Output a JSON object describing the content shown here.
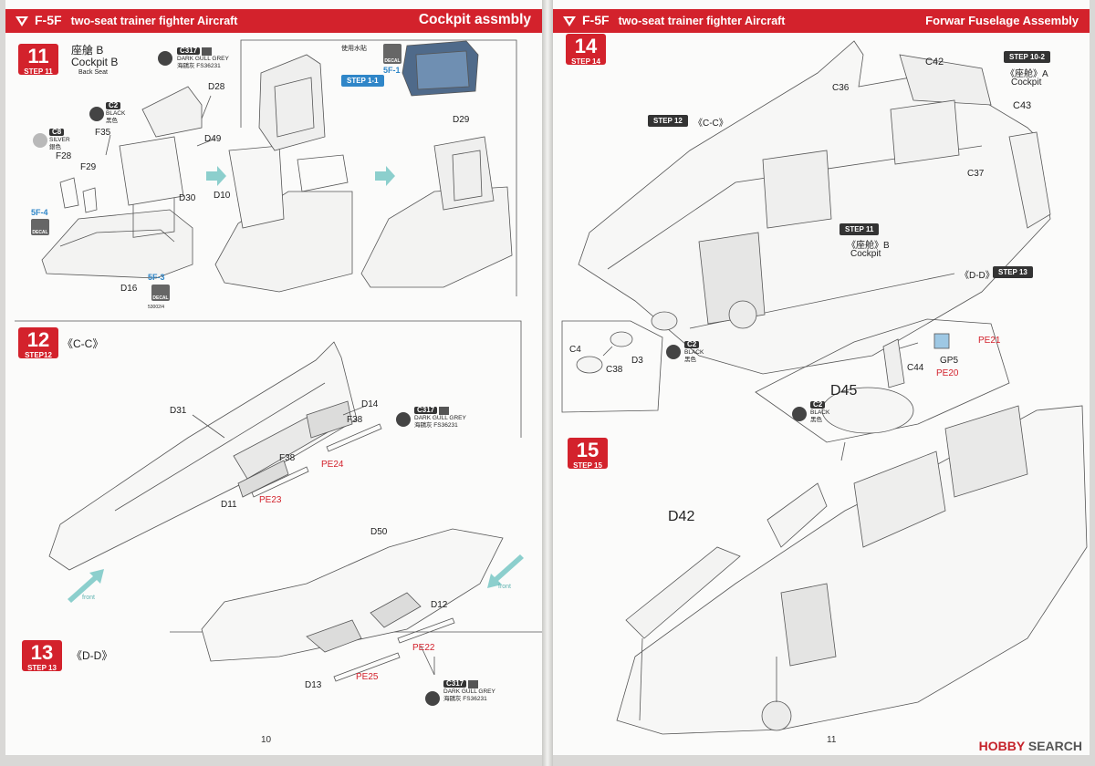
{
  "left_page": {
    "header": {
      "title": "F-5F",
      "subtitle": "two-seat trainer fighter Aircraft",
      "section": "Cockpit assmbly"
    },
    "step11": {
      "number": "11",
      "label": "STEP 11",
      "title_cn": "座艙 B",
      "title_en": "Cockpit B",
      "subtitle": "Back Seat",
      "paint_c317": {
        "code": "C317",
        "name": "DARK GULL GREY",
        "fs": "海鷗灰 FS36231"
      },
      "paint_c2": {
        "code": "C2",
        "name": "BLACK",
        "cn": "黑色"
      },
      "paint_c8": {
        "code": "C8",
        "name": "SILVER",
        "cn": "銀色"
      },
      "water_decal": "使用水貼",
      "parts": [
        "D28",
        "D49",
        "F35",
        "F28",
        "F29",
        "D30",
        "D10",
        "D16",
        "D29"
      ],
      "ref_step": "STEP 1-1",
      "decals": [
        "5F-1",
        "5F-4",
        "5F-3"
      ],
      "decal_tag": "DECAL",
      "small_code": "53002/4"
    },
    "step12": {
      "number": "12",
      "label": "STEP12",
      "view": "《C-C》",
      "parts": [
        "D31",
        "D14",
        "F38",
        "F38",
        "D11"
      ],
      "etch": [
        "PE24",
        "PE23"
      ],
      "paint": {
        "code": "C317",
        "name": "DARK GULL GREY",
        "fs": "海鷗灰 FS36231"
      },
      "front": "front"
    },
    "step13": {
      "number": "13",
      "label": "STEP 13",
      "view": "《D-D》",
      "parts": [
        "D50",
        "D12",
        "D13"
      ],
      "etch": [
        "PE22",
        "PE25"
      ],
      "paint": {
        "code": "C317",
        "name": "DARK GULL GREY",
        "fs": "海鷗灰 FS36231"
      },
      "front": "front"
    },
    "page_number": "10"
  },
  "right_page": {
    "header": {
      "title": "F-5F",
      "subtitle": "two-seat trainer fighter Aircraft",
      "section": "Forwar Fuselage Assembly"
    },
    "step14": {
      "number": "14",
      "label": "STEP 14",
      "refs": {
        "step10_2": "STEP 10-2",
        "step12": "STEP 12",
        "step11": "STEP 11",
        "step13": "STEP 13"
      },
      "labels": {
        "cockpit_a_cn": "《座舱》A",
        "cockpit_a_en": "Cockpit",
        "cockpit_b_cn": "《座舱》B",
        "cockpit_b_en": "Cockpit",
        "view_cc": "《C-C》",
        "view_dd": "《D-D》"
      },
      "parts": [
        "C42",
        "C36",
        "C43",
        "C37",
        "C4",
        "C38",
        "D3"
      ],
      "paint": {
        "code": "C2",
        "name": "BLACK",
        "cn": "黑色"
      }
    },
    "step15": {
      "number": "15",
      "label": "STEP 15",
      "parts": [
        "D45",
        "D42",
        "C44",
        "GP5"
      ],
      "etch": [
        "PE21",
        "PE20"
      ],
      "paint": {
        "code": "C2",
        "name": "BLACK",
        "cn": "黑色"
      }
    },
    "page_number": "11",
    "watermark": {
      "brand": "HOBBY",
      "suffix": "SEARCH"
    }
  }
}
